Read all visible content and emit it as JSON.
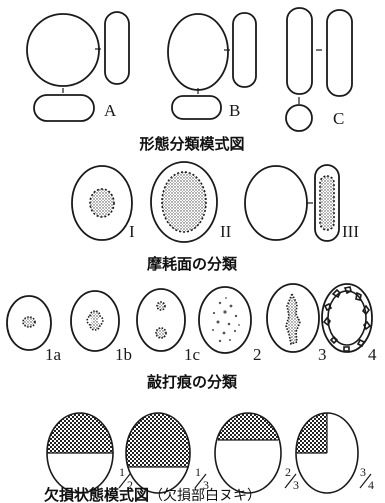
{
  "sections": {
    "shape": {
      "caption": "形態分類模式図",
      "labels": [
        "A",
        "B",
        "C"
      ]
    },
    "wear": {
      "caption": "摩耗面の分類",
      "labels": [
        "I",
        "II",
        "III"
      ]
    },
    "percussion": {
      "caption": "敲打痕の分類",
      "labels": [
        "1a",
        "1b",
        "1c",
        "2",
        "3",
        "4"
      ]
    },
    "damage": {
      "caption": "欠損状態模式図",
      "caption_note": "（欠損部白ヌキ）",
      "fractions": [
        {
          "num": "1",
          "den": "2"
        },
        {
          "num": "1",
          "den": "3"
        },
        {
          "num": "2",
          "den": "3"
        },
        {
          "num": "3",
          "den": "4"
        }
      ]
    }
  }
}
